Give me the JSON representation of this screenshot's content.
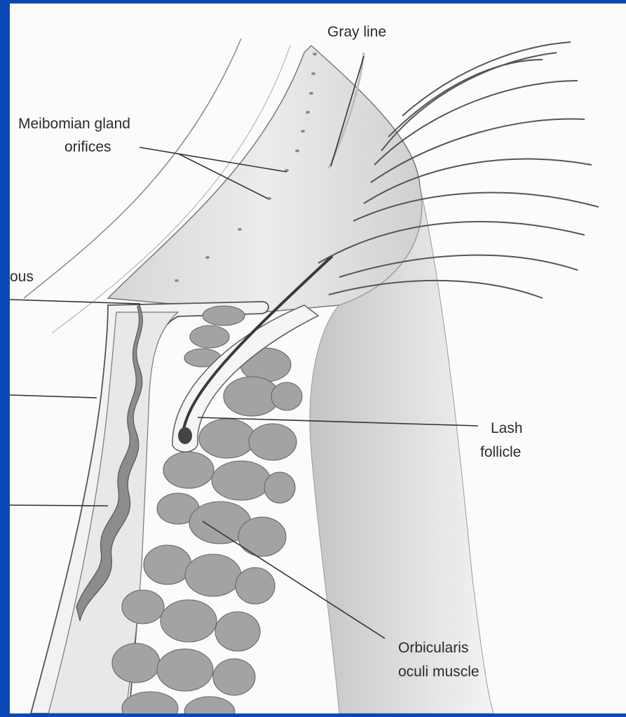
{
  "labels": {
    "gray_line": "Gray line",
    "meibomian_line1": "Meibomian gland",
    "meibomian_line2": "orifices",
    "partial_left": "ous",
    "lash_line1": "Lash",
    "lash_line2": "follicle",
    "orbicularis_line1": "Orbicularis",
    "orbicularis_line2": "oculi muscle"
  },
  "colors": {
    "frame": "#0a48b8",
    "paper": "#fbfbf9",
    "ink": "#3a3a3a",
    "muscle": "#9a9a9a",
    "gland": "#8c8c8c"
  }
}
